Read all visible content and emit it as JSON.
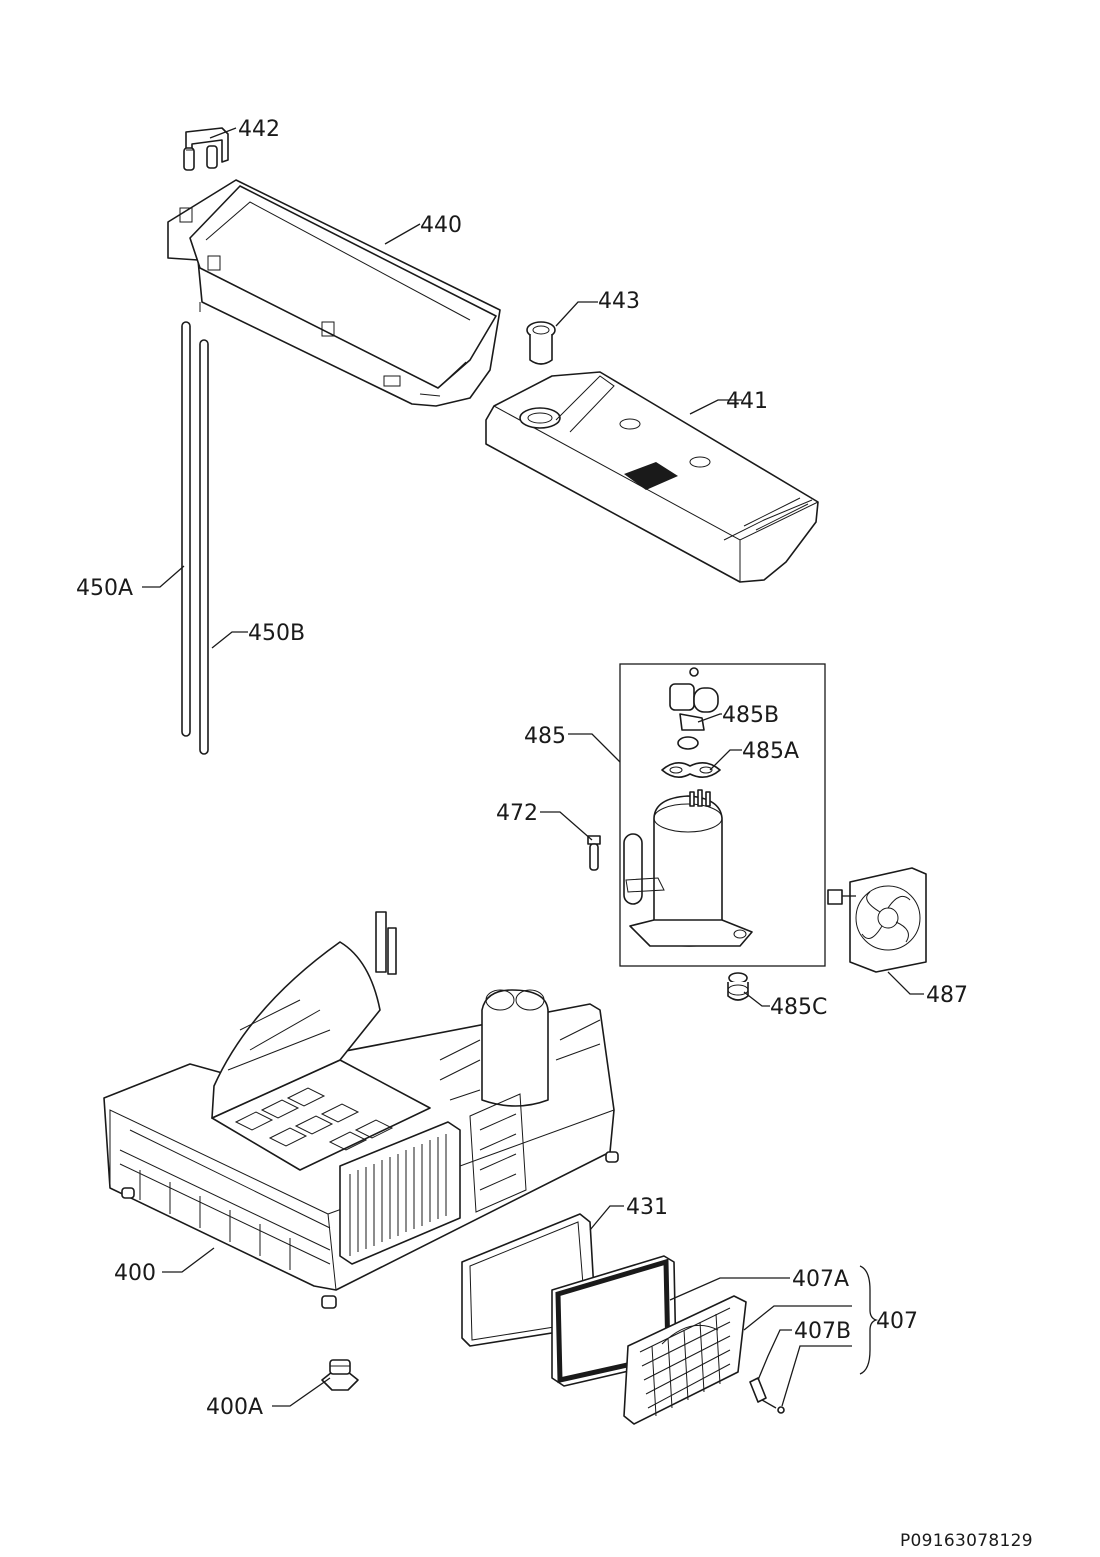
{
  "callouts": [
    {
      "id": "442",
      "text": "442"
    },
    {
      "id": "440",
      "text": "440"
    },
    {
      "id": "443",
      "text": "443"
    },
    {
      "id": "441",
      "text": "441"
    },
    {
      "id": "450A",
      "text": "450A"
    },
    {
      "id": "450B",
      "text": "450B"
    },
    {
      "id": "485",
      "text": "485"
    },
    {
      "id": "485B",
      "text": "485B"
    },
    {
      "id": "485A",
      "text": "485A"
    },
    {
      "id": "472",
      "text": "472"
    },
    {
      "id": "487",
      "text": "487"
    },
    {
      "id": "485C",
      "text": "485C"
    },
    {
      "id": "431",
      "text": "431"
    },
    {
      "id": "400",
      "text": "400"
    },
    {
      "id": "407A",
      "text": "407A"
    },
    {
      "id": "407",
      "text": "407"
    },
    {
      "id": "407B",
      "text": "407B"
    },
    {
      "id": "400A",
      "text": "400A"
    }
  ],
  "document_code": "P09163078129"
}
